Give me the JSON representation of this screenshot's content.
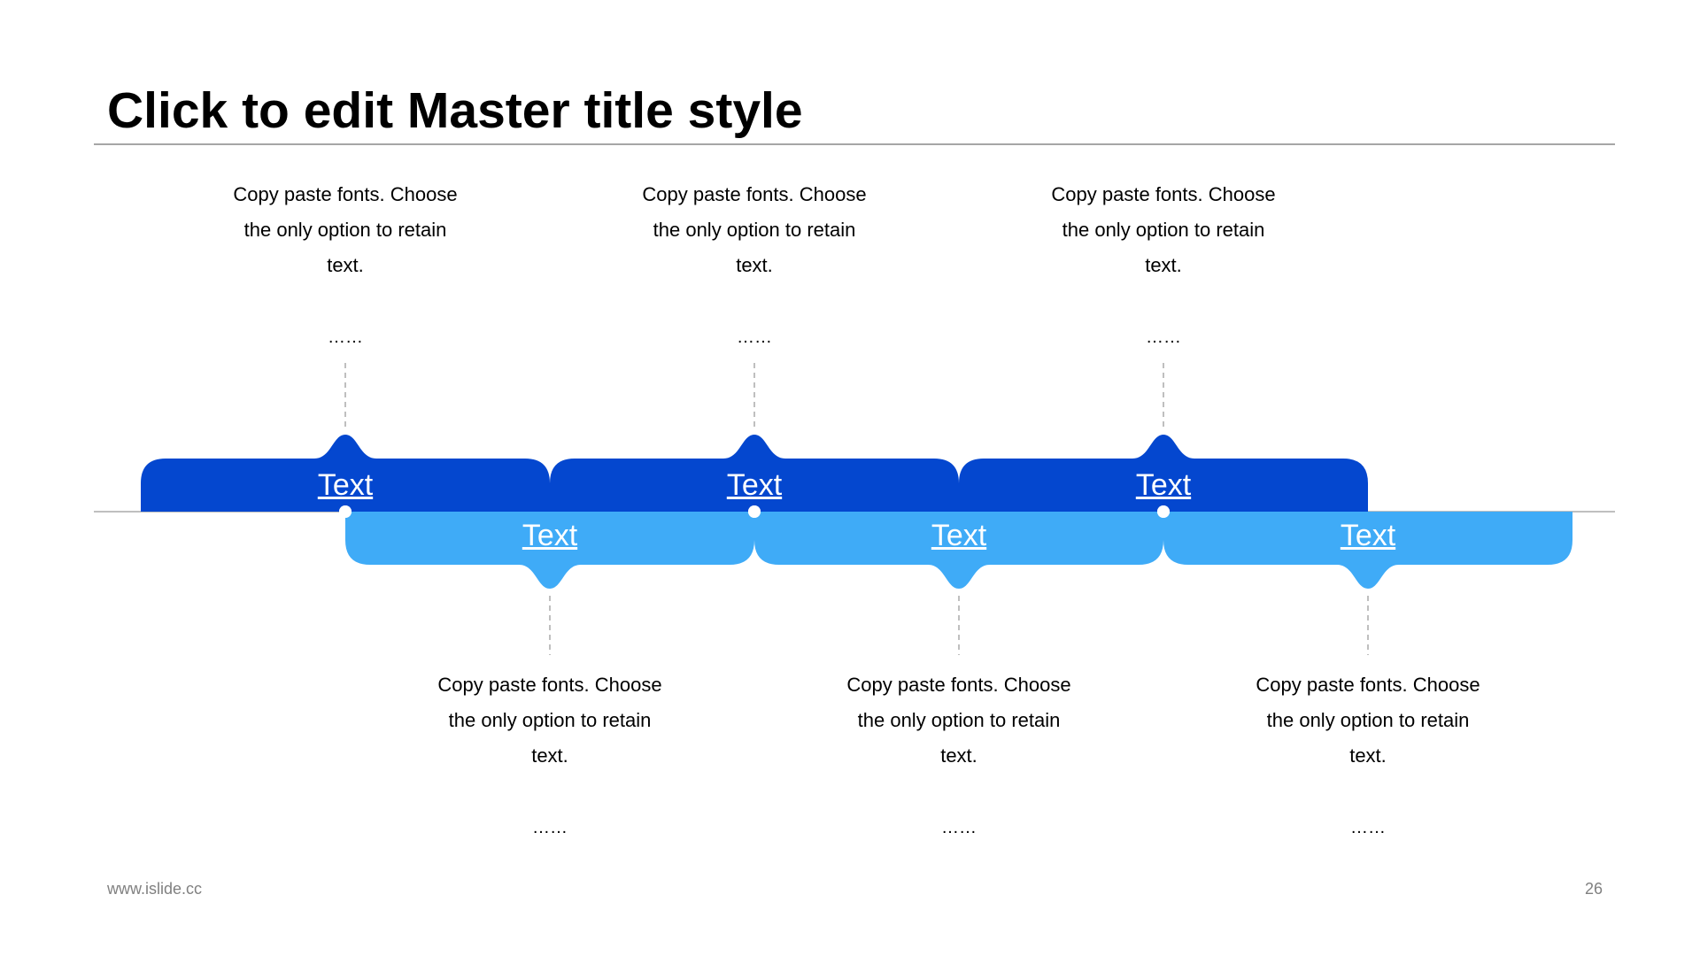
{
  "slide": {
    "title": "Click to edit Master title style",
    "footer_url": "www.islide.cc",
    "page_number": "26"
  },
  "colors": {
    "dark_blue": "#0447cf",
    "light_blue": "#3fabf7",
    "axis": "#bfbfbf",
    "rule": "#a6a6a6",
    "connector": "#bfbfbf"
  },
  "timeline": {
    "top_items": [
      {
        "label": "Text",
        "description": [
          "Copy paste fonts. Choose",
          "the only option to retain",
          "text."
        ],
        "ellipsis": "……"
      },
      {
        "label": "Text",
        "description": [
          "Copy paste fonts. Choose",
          "the only option to retain",
          "text."
        ],
        "ellipsis": "……"
      },
      {
        "label": "Text",
        "description": [
          "Copy paste fonts. Choose",
          "the only option to retain",
          "text."
        ],
        "ellipsis": "……"
      }
    ],
    "bottom_items": [
      {
        "label": "Text",
        "description": [
          "Copy paste fonts. Choose",
          "the only option to retain",
          "text."
        ],
        "ellipsis": "……"
      },
      {
        "label": "Text",
        "description": [
          "Copy paste fonts. Choose",
          "the only option to retain",
          "text."
        ],
        "ellipsis": "……"
      },
      {
        "label": "Text",
        "description": [
          "Copy paste fonts. Choose",
          "the only option to retain",
          "text."
        ],
        "ellipsis": "……"
      }
    ]
  }
}
